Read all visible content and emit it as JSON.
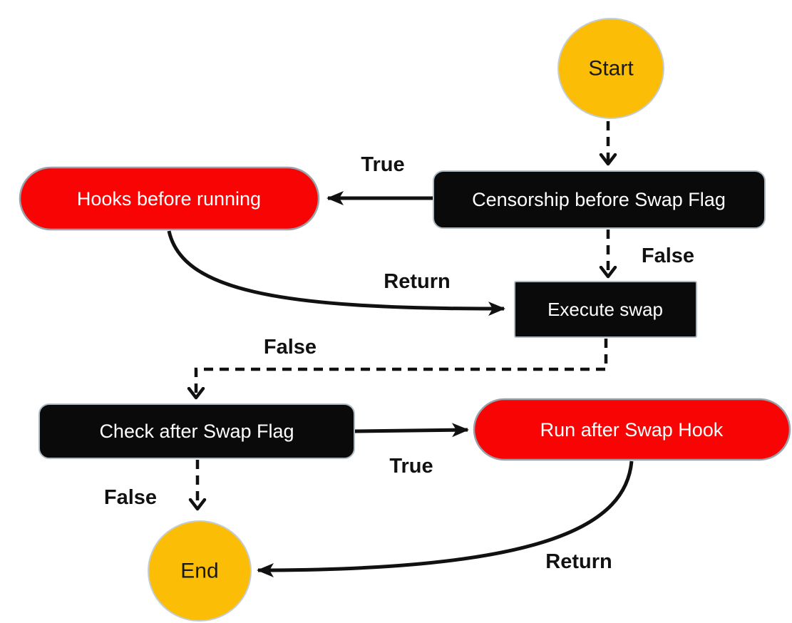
{
  "diagram": {
    "nodes": {
      "start": {
        "label": "Start",
        "shape": "circle"
      },
      "censorship": {
        "label": "Censorship before Swap Flag",
        "shape": "rounded-rect"
      },
      "hooks": {
        "label": "Hooks before running",
        "shape": "pill"
      },
      "execute": {
        "label": "Execute swap",
        "shape": "rect"
      },
      "check": {
        "label": "Check after Swap Flag",
        "shape": "rounded-rect"
      },
      "run": {
        "label": "Run after Swap Hook",
        "shape": "pill"
      },
      "end": {
        "label": "End",
        "shape": "circle"
      }
    },
    "edge_labels": {
      "true_top": "True",
      "false_top": "False",
      "return_top": "Return",
      "false_mid": "False",
      "true_bottom": "True",
      "false_bottom": "False",
      "return_bottom": "Return"
    },
    "colors": {
      "terminal_fill": "#FBBD05",
      "terminal_stroke": "#C4CDD4",
      "process_fill": "#0A0A0A",
      "process_stroke": "#AEB9C1",
      "hook_fill": "#F90404",
      "hook_stroke": "#98A2AA",
      "edge": "#111111",
      "node_text": "#FFFFFF",
      "label_text": "#111111"
    }
  }
}
